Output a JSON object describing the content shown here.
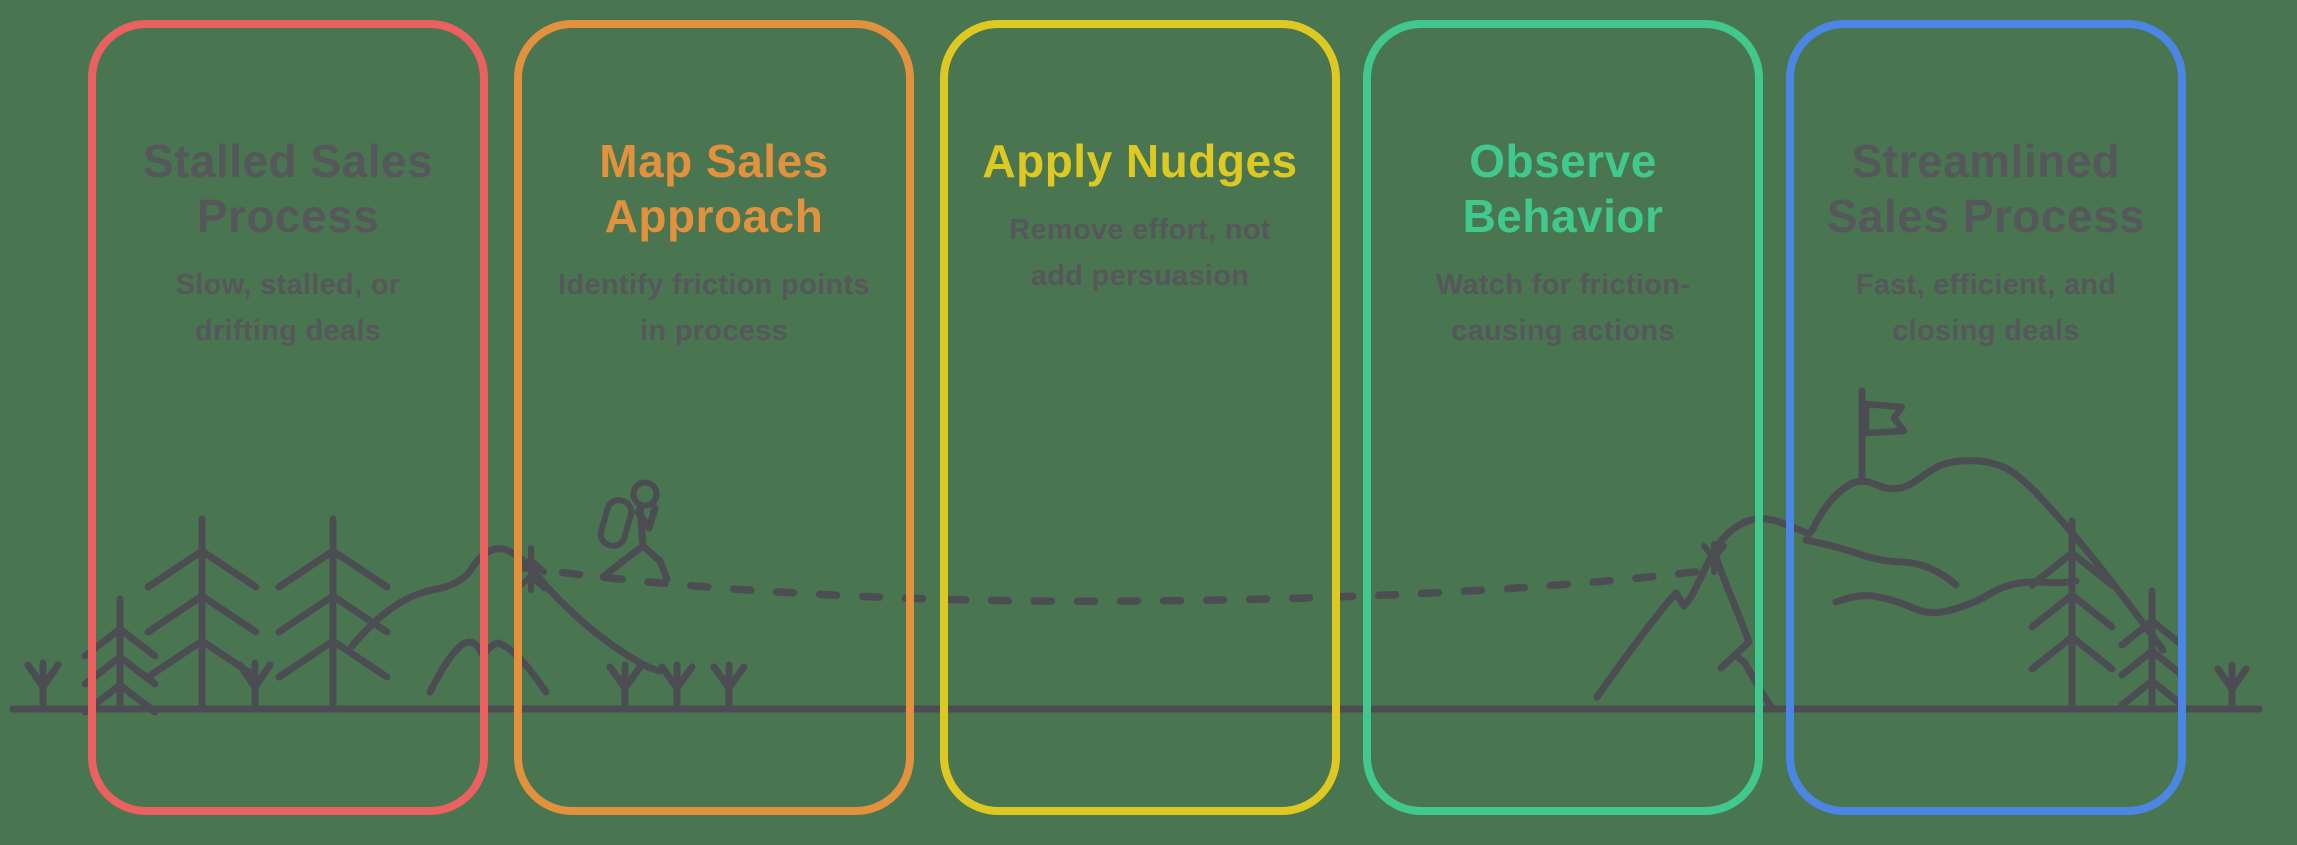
{
  "colors": {
    "background": "#4a7551",
    "illustration_line": "#4c4d52",
    "text_gray": "#56575b"
  },
  "cards": [
    {
      "id": "stalled-sales-process",
      "title": "Stalled Sales\nProcess",
      "subtitle": "Slow, stalled, or\ndrifting deals",
      "border_color": "#ea6160",
      "title_color": "#56575b"
    },
    {
      "id": "map-sales-approach",
      "title": "Map Sales\nApproach",
      "subtitle": "Identify friction points\nin process",
      "border_color": "#e2913d",
      "title_color": "#e2913d"
    },
    {
      "id": "apply-nudges",
      "title": "Apply Nudges",
      "subtitle": "Remove effort, not\nadd persuasion",
      "border_color": "#ddc922",
      "title_color": "#ddc922"
    },
    {
      "id": "observe-behavior",
      "title": "Observe\nBehavior",
      "subtitle": "Watch for friction-\ncausing actions",
      "border_color": "#41c88c",
      "title_color": "#41c88c"
    },
    {
      "id": "streamlined-sales-process",
      "title": "Streamlined\nSales Process",
      "subtitle": "Fast, efficient, and\nclosing deals",
      "border_color": "#4c86e4",
      "title_color": "#56575b"
    }
  ],
  "illustration": {
    "icons": [
      "ground-line",
      "sapling-icon",
      "pine-tree-icon",
      "hills-icon",
      "hiker-icon",
      "backpack-icon",
      "dashed-path-icon",
      "mountain-icon",
      "flag-icon"
    ]
  }
}
